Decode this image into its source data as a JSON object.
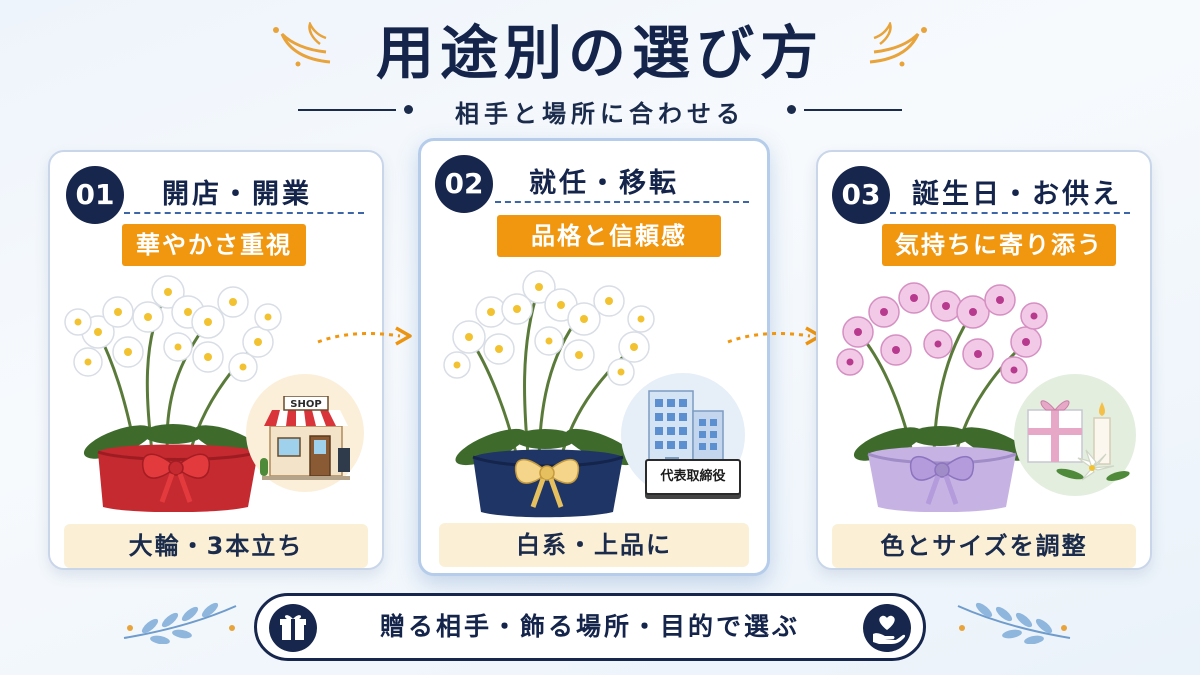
{
  "title": "用途別の選び方",
  "subtitle": "相手と場所に合わせる",
  "cards": [
    {
      "number": "01",
      "title": "開店・開業",
      "tag": "華やかさ重視",
      "caption": "大輪・3本立ち",
      "sign_text": "SHOP"
    },
    {
      "number": "02",
      "title": "就任・移転",
      "tag": "品格と信頼感",
      "caption": "白系・上品に",
      "sign_text": "代表取締役"
    },
    {
      "number": "03",
      "title": "誕生日・お供え",
      "tag": "気持ちに寄り添う",
      "caption": "色とサイズを調整"
    }
  ],
  "bottom": {
    "text": "贈る相手・飾る場所・目的で選ぶ",
    "left_icon": "gift-icon",
    "right_icon": "heart-hand-icon"
  },
  "colors": {
    "navy": "#17264d",
    "accent_orange": "#f0960f",
    "caption_bg": "#fbf0d6",
    "card_border": "#c9d6ea"
  }
}
